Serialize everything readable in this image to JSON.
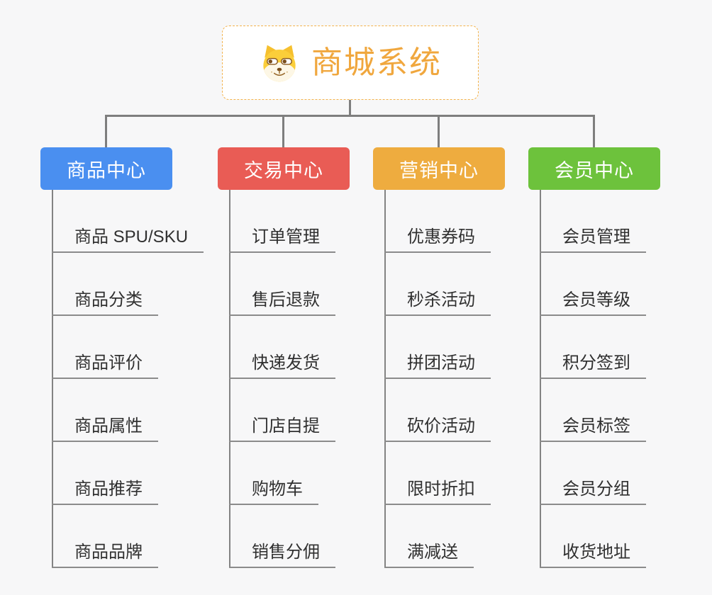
{
  "root": {
    "title": "商城系统",
    "icon": "dog-face-icon",
    "title_color": "#f0a73e",
    "border_color": "#f3b34d"
  },
  "connector_color": "#7e7e7e",
  "branches": [
    {
      "label": "商品中心",
      "color": "#4a8ff0",
      "children": [
        "商品 SPU/SKU",
        "商品分类",
        "商品评价",
        "商品属性",
        "商品推荐",
        "商品品牌"
      ]
    },
    {
      "label": "交易中心",
      "color": "#e95c55",
      "children": [
        "订单管理",
        "售后退款",
        "快递发货",
        "门店自提",
        "购物车",
        "销售分佣"
      ]
    },
    {
      "label": "营销中心",
      "color": "#eeac3f",
      "children": [
        "优惠券码",
        "秒杀活动",
        "拼团活动",
        "砍价活动",
        "限时折扣",
        "满减送"
      ]
    },
    {
      "label": "会员中心",
      "color": "#6dc23c",
      "children": [
        "会员管理",
        "会员等级",
        "积分签到",
        "会员标签",
        "会员分组",
        "收货地址"
      ]
    }
  ]
}
